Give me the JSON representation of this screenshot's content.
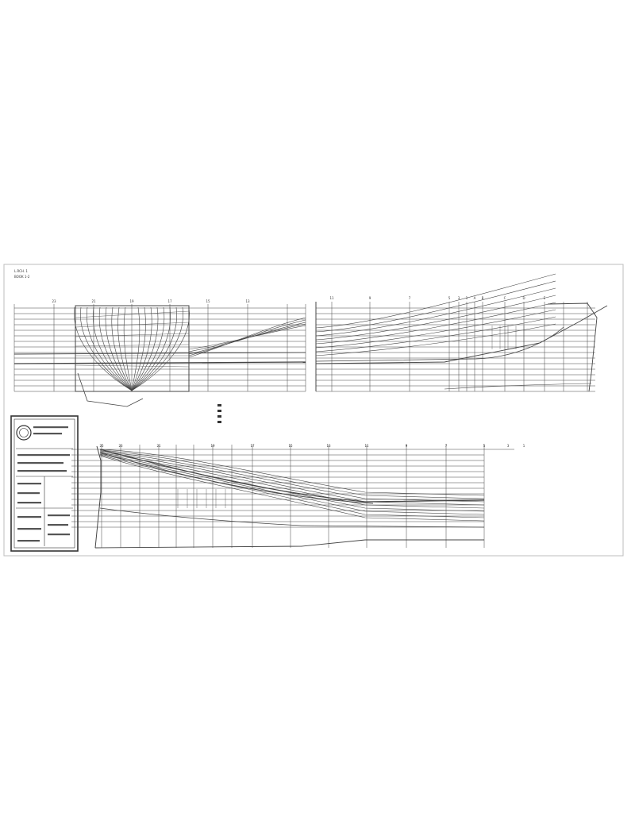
{
  "drawing": {
    "corner_marks": [
      "L.RCH. 1",
      "BOOK 1-2"
    ],
    "panels": [
      "body-plan",
      "half-breadth-plan",
      "sheer-plan"
    ],
    "station_labels": {
      "upper_left": [
        "23",
        "21",
        "19",
        "17",
        "15",
        "13"
      ],
      "upper_right": [
        "11",
        "9",
        "7",
        "5",
        "3",
        "1",
        "A",
        "B",
        "C",
        "D",
        "E"
      ],
      "lower": [
        "25",
        "23",
        "21",
        "19",
        "17",
        "15",
        "13",
        "11",
        "9",
        "7",
        "5",
        "3",
        "1"
      ]
    },
    "title_block": {
      "lines": [
        "",
        "",
        "",
        "",
        "",
        "",
        ""
      ]
    },
    "legend": {
      "lines": [
        "",
        "",
        "",
        ""
      ]
    }
  },
  "colors": {
    "paper": "#ffffff",
    "ink": "#333333",
    "border": "#bdbdbd"
  }
}
